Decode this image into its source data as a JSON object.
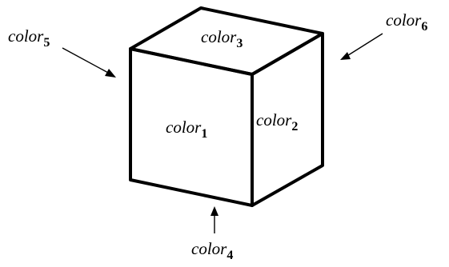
{
  "diagram": {
    "faces": {
      "front": {
        "name": "color",
        "index": "1"
      },
      "right": {
        "name": "color",
        "index": "2"
      },
      "top": {
        "name": "color",
        "index": "3"
      },
      "bottom": {
        "name": "color",
        "index": "4"
      },
      "left": {
        "name": "color",
        "index": "5"
      },
      "back": {
        "name": "color",
        "index": "6"
      }
    },
    "colors": {
      "stroke": "#000000",
      "background": "#ffffff"
    }
  }
}
